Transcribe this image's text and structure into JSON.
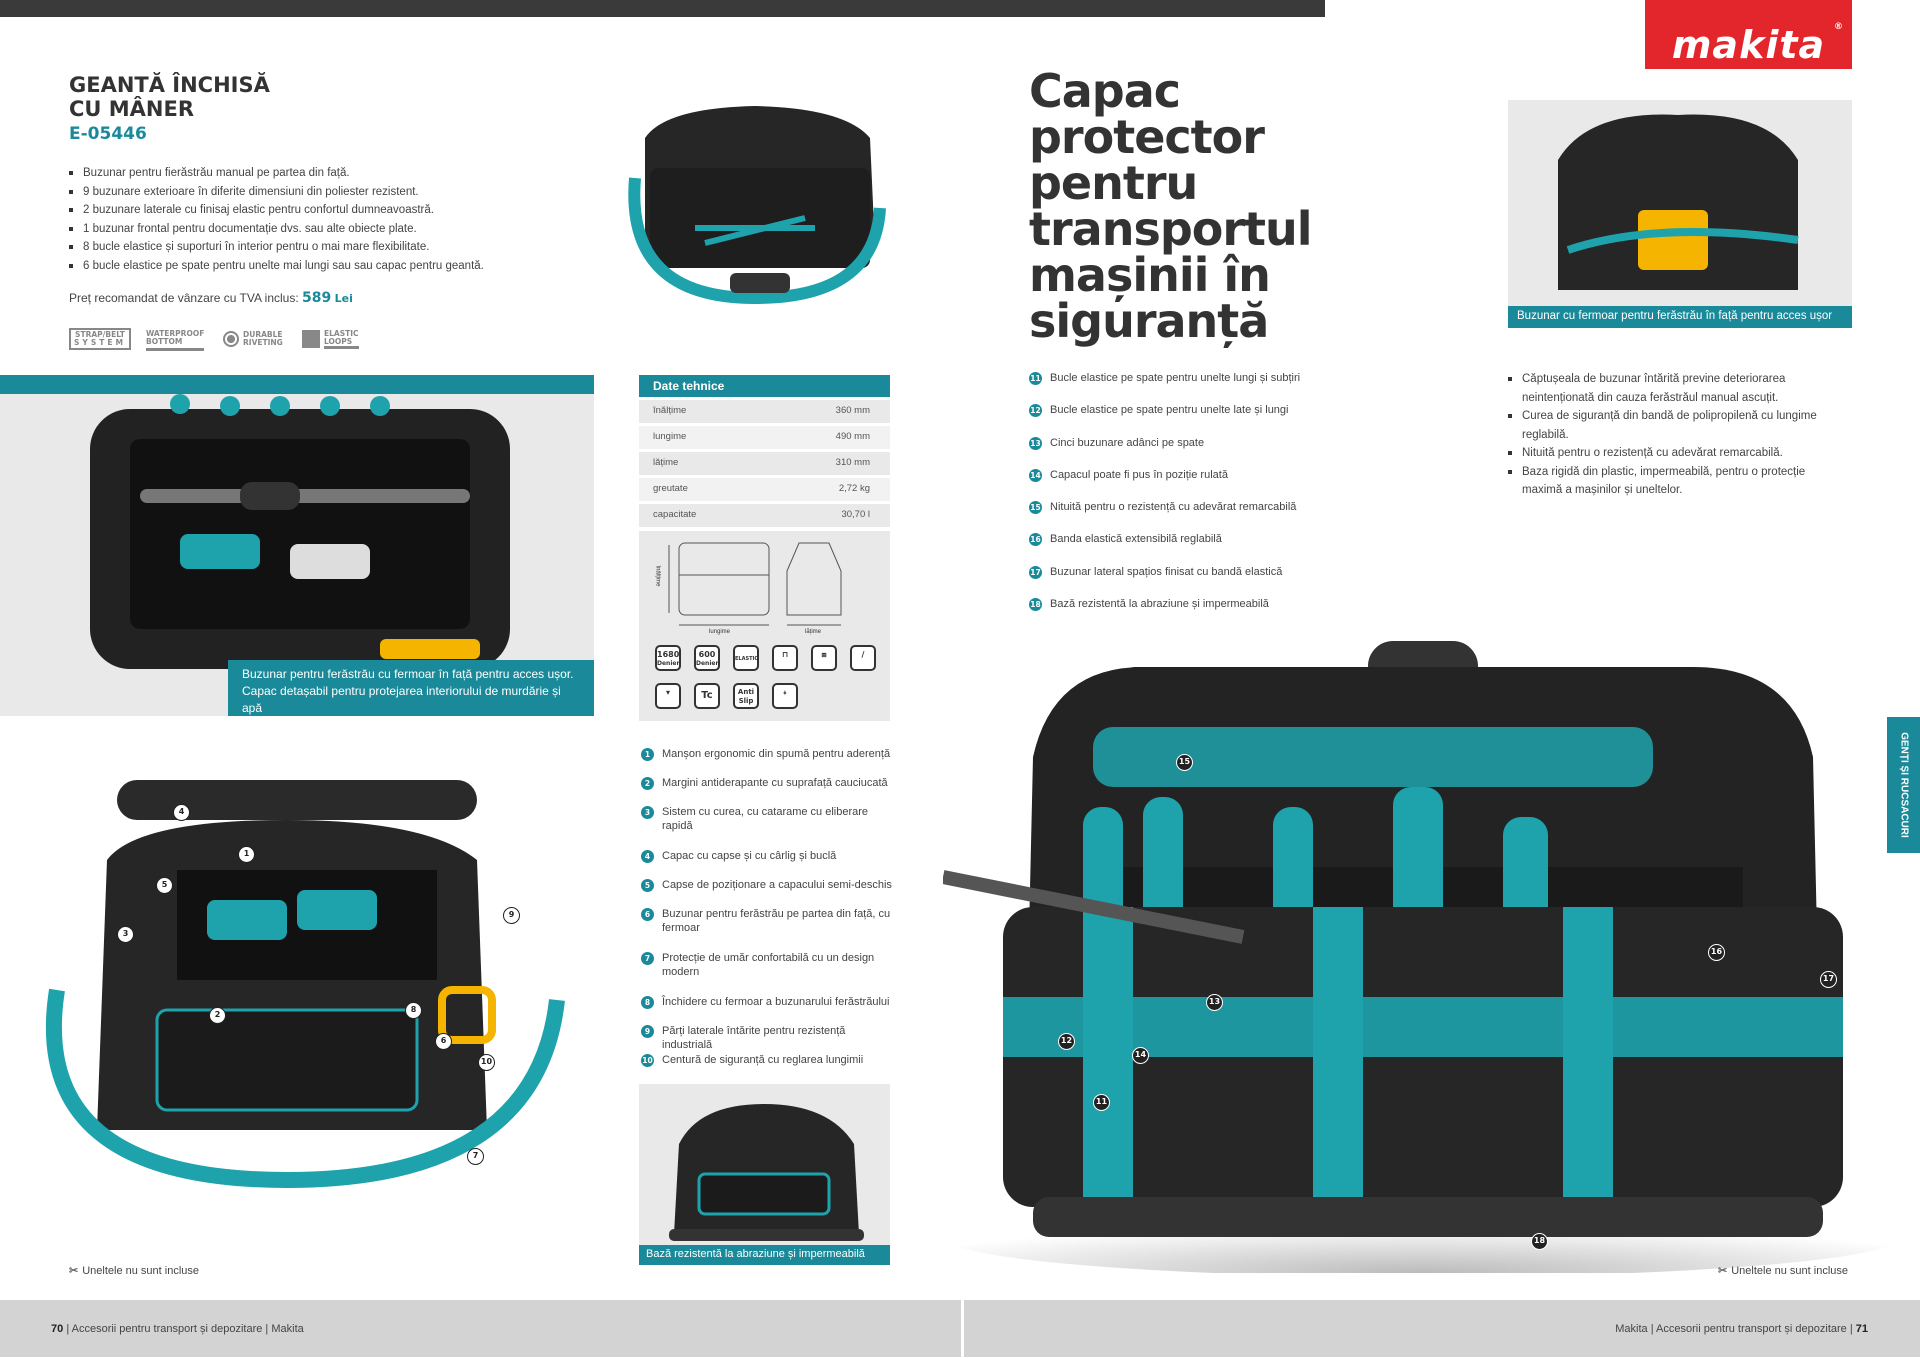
{
  "brand": {
    "logo": "makita",
    "registered": "®",
    "color": "#e3262b"
  },
  "accent": "#1a8a9a",
  "left_page": {
    "title_lines": [
      "GEANTĂ ÎNCHISĂ",
      "CU MÂNER"
    ],
    "code": "E-05446",
    "bullets": [
      "Buzunar pentru fierăstrău manual pe partea din față.",
      "9 buzunare exterioare în diferite dimensiuni din poliester rezistent.",
      "2 buzunare laterale cu finisaj elastic pentru confortul dumneavoastră.",
      "1 buzunar frontal pentru documentație dvs. sau alte obiecte plate.",
      "8 bucle elastice și suporturi în interior pentru o mai mare flexibilitate.",
      "6 bucle elastice pe spate pentru unelte mai lungi sau sau capac pentru geantă."
    ],
    "price_label": "Preț recomandat de vânzare cu TVA inclus:",
    "price_value": "589",
    "price_currency": "Lei",
    "features": [
      {
        "l1": "STRAP/BELT",
        "l2": "SYSTEM"
      },
      {
        "l1": "WATERPROOF",
        "l2": "BOTTOM"
      },
      {
        "l1": "DURABLE",
        "l2": "RIVETING"
      },
      {
        "l1": "ELASTIC",
        "l2": "LOOPS"
      }
    ],
    "photo_caption_lines": [
      "Buzunar pentru ferăstrău cu fermoar în față pentru acces ușor.",
      "Capac detașabil pentru protejarea interiorului de murdărie și apă"
    ],
    "tech": {
      "header": "Date tehnice",
      "rows": [
        {
          "k": "înălțime",
          "v": "360 mm"
        },
        {
          "k": "lungime",
          "v": "490 mm"
        },
        {
          "k": "lățime",
          "v": "310 mm"
        },
        {
          "k": "greutate",
          "v": "2,72 kg"
        },
        {
          "k": "capacitate",
          "v": "30,70 l"
        }
      ],
      "diagram_labels": {
        "height": "înălțime",
        "length": "lungime",
        "width": "lățime"
      },
      "icons": [
        {
          "name": "1680-denier",
          "l1": "1680",
          "l2": "Denier"
        },
        {
          "name": "600-denier",
          "l1": "600",
          "l2": "Denier"
        },
        {
          "name": "elastic",
          "l1": "ELASTIC",
          "l2": ""
        },
        {
          "name": "handle",
          "l1": "",
          "l2": ""
        },
        {
          "name": "buckle",
          "l1": "",
          "l2": ""
        },
        {
          "name": "strap",
          "l1": "",
          "l2": ""
        },
        {
          "name": "rivet",
          "l1": "",
          "l2": ""
        },
        {
          "name": "tc",
          "l1": "Tc",
          "l2": ""
        },
        {
          "name": "anti-slip",
          "l1": "Anti",
          "l2": "Slip"
        },
        {
          "name": "zipper",
          "l1": "",
          "l2": ""
        }
      ]
    },
    "numbered": [
      {
        "n": "1",
        "t": "Manșon ergonomic din spumă pentru aderență"
      },
      {
        "n": "2",
        "t": "Margini antiderapante cu suprafață cauciucată"
      },
      {
        "n": "3",
        "t": "Sistem cu curea, cu catarame cu eliberare rapidă"
      },
      {
        "n": "4",
        "t": "Capac cu capse și cu cârlig și buclă"
      },
      {
        "n": "5",
        "t": "Capse de poziționare a capacului semi-deschis"
      },
      {
        "n": "6",
        "t": "Buzunar pentru ferăstrău pe partea din față, cu fermoar"
      },
      {
        "n": "7",
        "t": "Protecție de umăr confortabilă cu un design modern"
      },
      {
        "n": "8",
        "t": "Închidere cu fermoar a buzunarului ferăstrăului"
      },
      {
        "n": "9",
        "t": "Părți laterale întărite pentru rezistență industrială"
      },
      {
        "n": "10",
        "t": "Centură de siguranță cu reglarea lungimii"
      }
    ],
    "small_photo_caption": "Bază rezistentă la abraziune și impermeabilă",
    "tools_note": "Uneltele nu sunt incluse",
    "footer": {
      "page": "70",
      "text": "| Accesorii pentru transport și depozitare | Makita"
    }
  },
  "right_page": {
    "headline_lines": [
      "Capac",
      "protector",
      "pentru",
      "transportul",
      "mașinii în",
      "siguranță"
    ],
    "top_photo_caption": "Buzunar cu fermoar pentru ferăstrău în față pentru acces ușor",
    "numbered": [
      {
        "n": "11",
        "t": "Bucle elastice pe spate pentru unelte lungi și subțiri"
      },
      {
        "n": "12",
        "t": "Bucle elastice pe spate pentru unelte late și lungi"
      },
      {
        "n": "13",
        "t": "Cinci buzunare adânci pe spate"
      },
      {
        "n": "14",
        "t": "Capacul poate fi pus în poziție rulată"
      },
      {
        "n": "15",
        "t": "Nituită pentru o rezistență cu adevărat remarcabilă"
      },
      {
        "n": "16",
        "t": "Banda elastică extensibilă reglabilă"
      },
      {
        "n": "17",
        "t": "Buzunar lateral spațios finisat cu bandă elastică"
      },
      {
        "n": "18",
        "t": "Bază rezistentă la abraziune și impermeabilă"
      }
    ],
    "bullets": [
      "Căptușeala de buzunar întărită previne deteriorarea neintenționată din cauza ferăstrăul manual ascuțit.",
      "Curea de siguranță din bandă de polipropilenă cu lungime reglabilă.",
      "Nituită pentru o rezistență cu adevărat remarcabilă.",
      "Baza rigidă din plastic, impermeabilă, pentru o protecție maximă a mașinilor și uneltelor."
    ],
    "side_tab": "GENȚI ȘI RUCSACURI",
    "tools_note": "Uneltele nu sunt incluse",
    "footer": {
      "text": "Makita | Accesorii pentru transport și depozitare |",
      "page": "71"
    }
  }
}
